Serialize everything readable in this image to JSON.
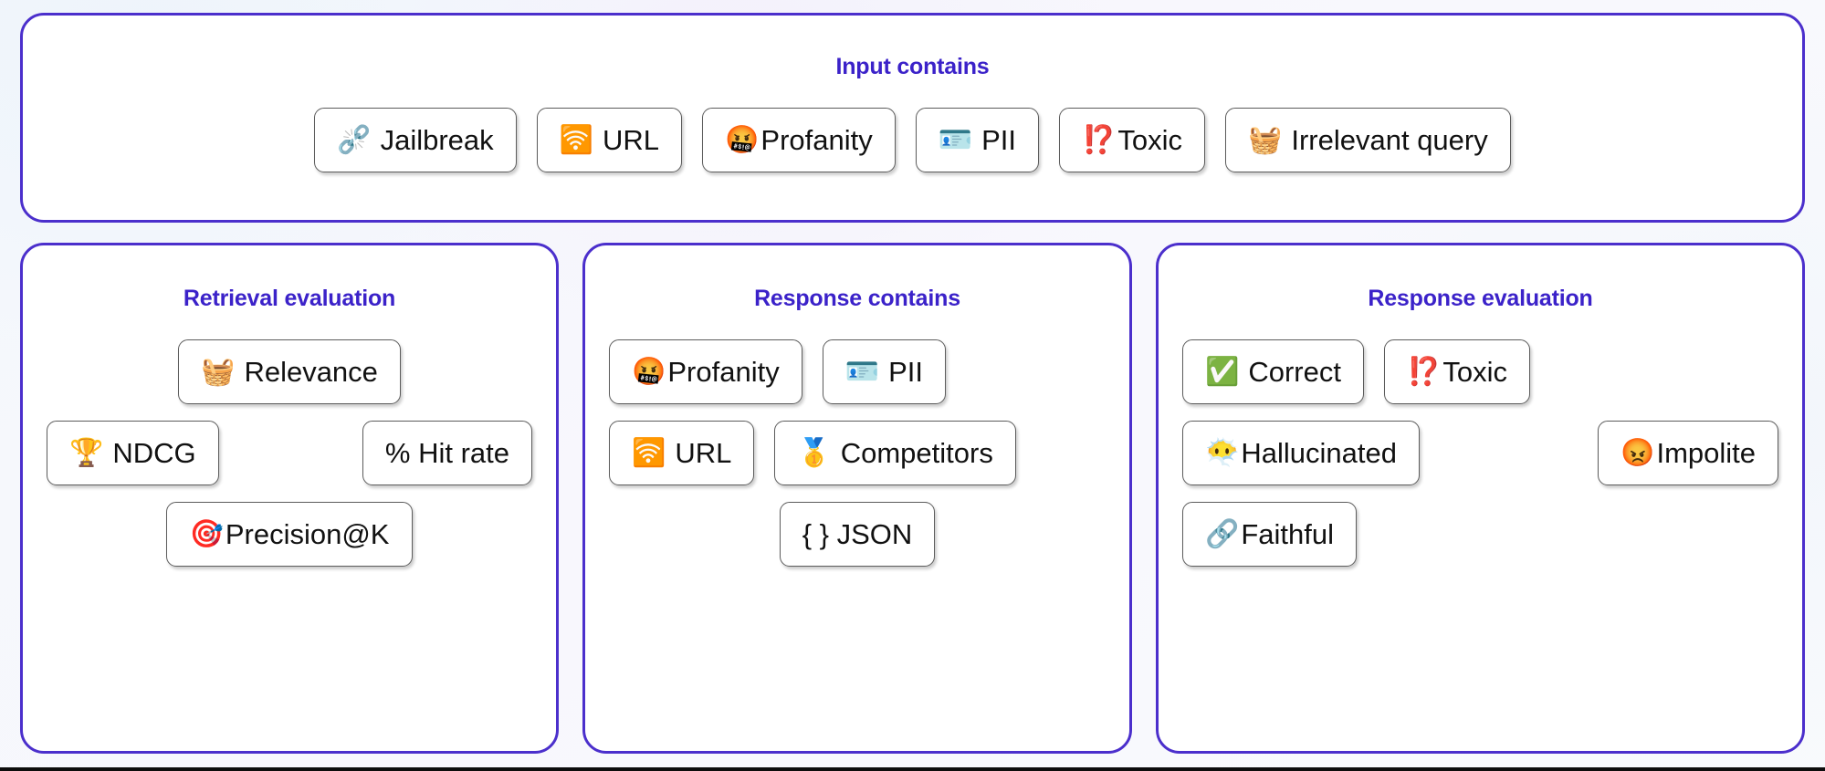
{
  "panels": {
    "input": {
      "title": "Input contains",
      "chips": [
        {
          "emoji": "⛓️‍💥",
          "icon_name": "broken-chain-icon",
          "label": "Jailbreak",
          "gap": true
        },
        {
          "emoji": "🛜",
          "icon_name": "wifi-icon",
          "label": "URL",
          "gap": true
        },
        {
          "emoji": "🤬",
          "icon_name": "face-with-symbols-on-mouth-icon",
          "label": "Profanity",
          "gap": false
        },
        {
          "emoji": "🪪",
          "icon_name": "identification-card-icon",
          "label": "PII",
          "gap": true
        },
        {
          "emoji": "⁉️",
          "icon_name": "exclamation-question-mark-icon",
          "label": "Toxic",
          "gap": false
        },
        {
          "emoji": "🧺",
          "icon_name": "basket-icon",
          "label": "Irrelevant query",
          "gap": true
        }
      ]
    },
    "retrieval": {
      "title": "Retrieval evaluation",
      "rows": [
        [
          {
            "emoji": "🧺",
            "icon_name": "basket-icon",
            "label": "Relevance",
            "gap": true
          }
        ],
        [
          {
            "emoji": "🏆",
            "icon_name": "trophy-icon",
            "label": "NDCG",
            "gap": true
          },
          {
            "emoji": "",
            "icon_name": "",
            "label": "% Hit rate",
            "gap": false
          }
        ],
        [
          {
            "emoji": "🎯",
            "icon_name": "target-icon",
            "label": "Precision@K",
            "gap": false
          }
        ]
      ]
    },
    "response_contains": {
      "title": "Response contains",
      "rows": [
        [
          {
            "emoji": "🤬",
            "icon_name": "face-with-symbols-on-mouth-icon",
            "label": "Profanity",
            "gap": false
          },
          {
            "emoji": "🪪",
            "icon_name": "identification-card-icon",
            "label": "PII",
            "gap": true
          }
        ],
        [
          {
            "emoji": "🛜",
            "icon_name": "wifi-icon",
            "label": "URL",
            "gap": true
          },
          {
            "emoji": "🥇",
            "icon_name": "gold-medal-icon",
            "label": "Competitors",
            "gap": true
          }
        ],
        [
          {
            "emoji": "",
            "icon_name": "",
            "label": "{ } JSON",
            "gap": false
          }
        ]
      ]
    },
    "response_evaluation": {
      "title": "Response evaluation",
      "rows": [
        [
          {
            "emoji": "✅",
            "icon_name": "check-mark-icon",
            "label": "Correct",
            "gap": true
          },
          {
            "emoji": "⁉️",
            "icon_name": "exclamation-question-mark-icon",
            "label": "Toxic",
            "gap": false
          }
        ],
        [
          {
            "emoji": "😶‍🌫️",
            "icon_name": "face-in-clouds-icon",
            "label": "Hallucinated",
            "gap": false
          },
          {
            "emoji": "😡",
            "icon_name": "pouting-face-icon",
            "label": "Impolite",
            "gap": false
          }
        ],
        [
          {
            "emoji": "🔗",
            "icon_name": "link-icon",
            "label": "Faithful",
            "gap": false
          }
        ]
      ]
    }
  },
  "colors": {
    "panel_border": "#4b2fcc",
    "title_text": "#3b22c9",
    "chip_border": "#5c5c5c",
    "chip_background": "#ffffff",
    "page_background": "#f6f9fc"
  }
}
